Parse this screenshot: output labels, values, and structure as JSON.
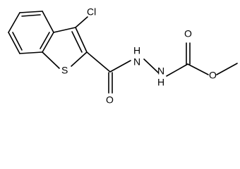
{
  "molecule": {
    "atoms": {
      "chlorine": "Cl",
      "sulfur": "S",
      "amide_nitrogen": "H\nN",
      "hydrazine_nitrogen": "N\nH",
      "carbonyl_oxygen_amide": "O",
      "carbonyl_oxygen_carbamate": "O",
      "ester_oxygen": "O"
    },
    "amide_nitrogen_parts": [
      "H",
      "N"
    ],
    "hydrazine_nitrogen_parts": [
      "N",
      "H"
    ]
  }
}
